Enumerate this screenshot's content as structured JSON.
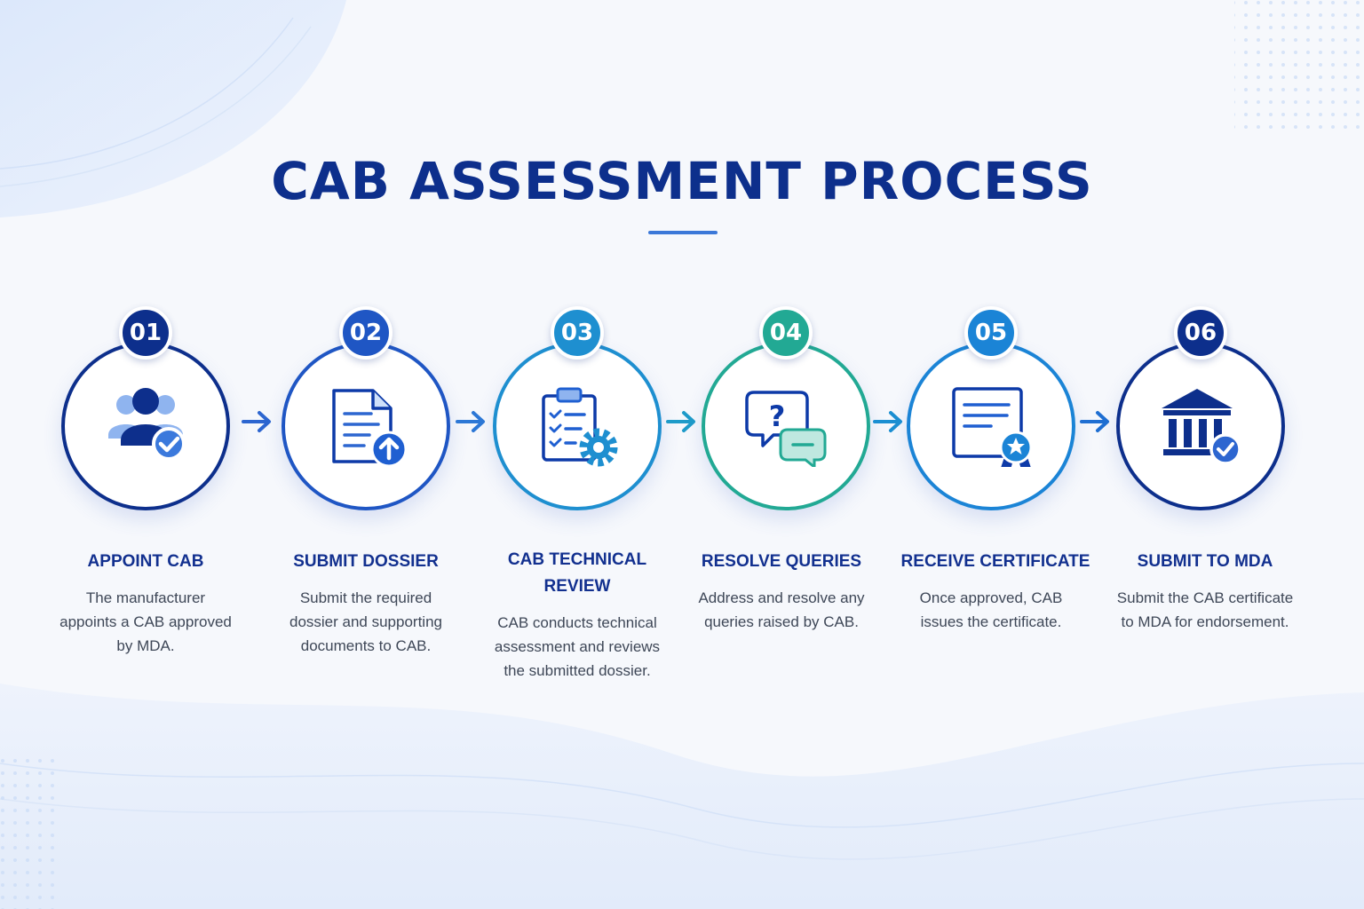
{
  "title": "CAB ASSESSMENT PROCESS",
  "colors": {
    "title": "#0d2f8c",
    "underline": "#3b78d8",
    "step_text": "#12308f",
    "desc_text": "#3e4757"
  },
  "steps": [
    {
      "number": "01",
      "title": "APPOINT CAB",
      "description": "The manufacturer appoints a CAB approved by MDA.",
      "icon": "users-check-icon",
      "color": "#0d2f8c"
    },
    {
      "number": "02",
      "title": "SUBMIT DOSSIER",
      "description": "Submit the required dossier and supporting documents to CAB.",
      "icon": "document-upload-icon",
      "color": "#1f56c4"
    },
    {
      "number": "03",
      "title": "CAB TECHNICAL REVIEW",
      "description": "CAB conducts technical assessment and reviews the submitted dossier.",
      "icon": "clipboard-gear-icon",
      "color": "#1e8fd0"
    },
    {
      "number": "04",
      "title": "RESOLVE QUERIES",
      "description": "Address and resolve any queries raised by CAB.",
      "icon": "chat-question-icon",
      "color": "#22a994"
    },
    {
      "number": "05",
      "title": "RECEIVE CERTIFICATE",
      "description": "Once approved, CAB issues the certificate.",
      "icon": "certificate-icon",
      "color": "#1b84d6"
    },
    {
      "number": "06",
      "title": "SUBMIT TO MDA",
      "description": "Submit the CAB certificate to MDA for endorsement.",
      "icon": "institution-check-icon",
      "color": "#0d2f8c"
    }
  ]
}
